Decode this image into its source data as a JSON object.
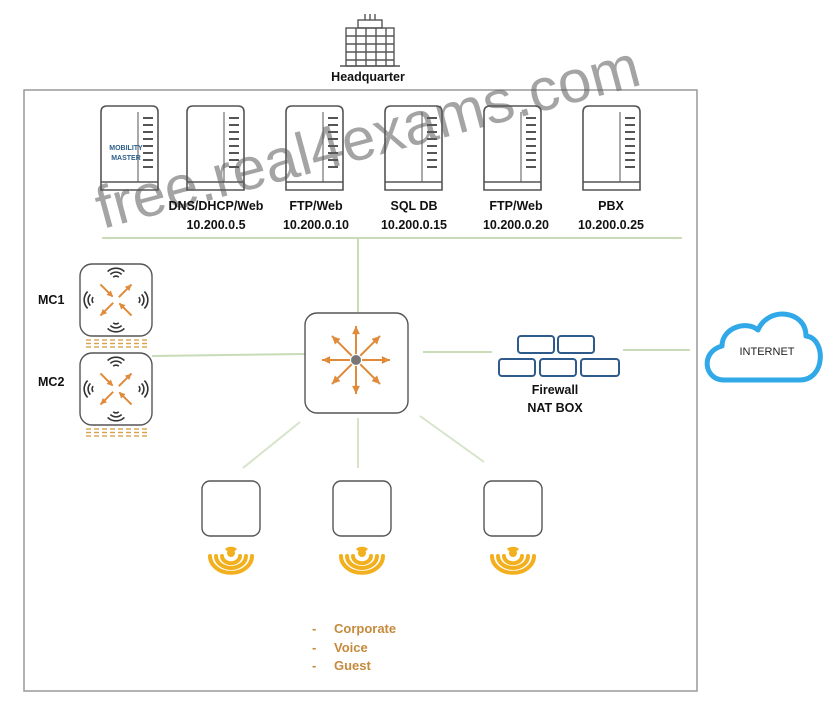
{
  "headquarter_label": "Headquarter",
  "servers": [
    {
      "name": "",
      "ip": "",
      "badge": "MOBILITY MASTER"
    },
    {
      "name": "DNS/DHCP/Web",
      "ip": "10.200.0.5"
    },
    {
      "name": "FTP/Web",
      "ip": "10.200.0.10"
    },
    {
      "name": "SQL DB",
      "ip": "10.200.0.15"
    },
    {
      "name": "FTP/Web",
      "ip": "10.200.0.20"
    },
    {
      "name": "PBX",
      "ip": "10.200.0.25"
    }
  ],
  "controllers": [
    {
      "name": "MC1"
    },
    {
      "name": "MC2"
    }
  ],
  "firewall": {
    "line1": "Firewall",
    "line2": "NAT BOX"
  },
  "internet_label": "INTERNET",
  "ssids": [
    "Corporate",
    "Voice",
    "Guest"
  ],
  "watermark": "free.real4exams.com",
  "colors": {
    "orange": "#e08a3a",
    "ap_wave": "#f2b01e",
    "cloud": "#31a8e8",
    "line": "#c8dcb8",
    "firewall": "#2f5b8c",
    "border": "#999999"
  }
}
